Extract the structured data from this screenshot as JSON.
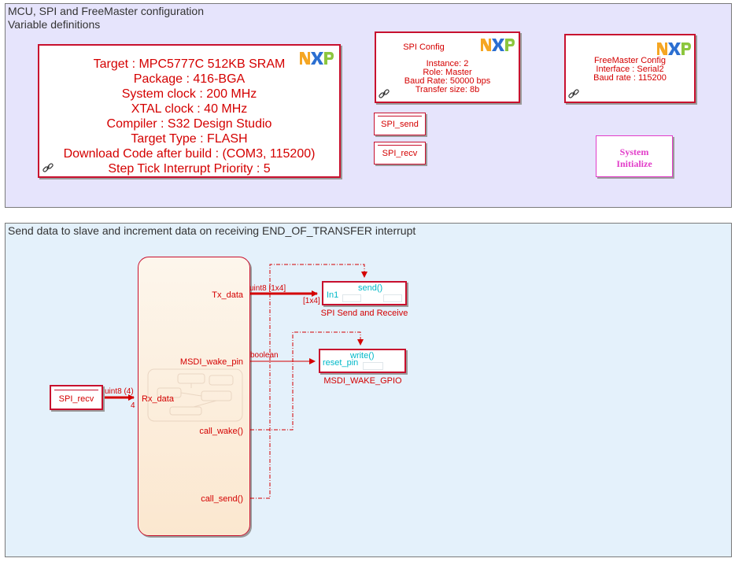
{
  "areas": {
    "config_title_line1": "MCU, SPI and FreeMaster configuration",
    "config_title_line2": "Variable definitions",
    "logic_title": "Send data to slave and increment data on receiving END_OF_TRANSFER interrupt"
  },
  "mcu_block": {
    "lines": [
      "Target : MPC5777C 512KB SRAM",
      "Package : 416-BGA",
      "System clock : 200 MHz",
      "XTAL clock : 40 MHz",
      "Compiler : S32 Design Studio",
      "Target Type : FLASH",
      "Download Code after build : (COM3, 115200)",
      "Step Tick Interrupt Priority : 5"
    ]
  },
  "spi_config": {
    "title": "SPI Config",
    "lines": [
      "Instance: 2",
      "Role: Master",
      "Baud Rate: 50000 bps",
      "Transfer size: 8b"
    ]
  },
  "freemaster_config": {
    "lines": [
      "FreeMaster Config",
      "Interface : Serial2",
      "Baud rate : 115200"
    ]
  },
  "goto_blocks": {
    "spi_send": "SPI_send",
    "spi_recv": "SPI_recv"
  },
  "system_init": {
    "line1": "System",
    "line2": "Initialize"
  },
  "chart": {
    "out_tx": "Tx_data",
    "out_msdi": "MSDI_wake_pin",
    "in_rx": "Rx_data",
    "evt_wake": "call_wake()",
    "evt_send": "call_send()"
  },
  "from_block": {
    "label": "SPI_recv"
  },
  "signals": {
    "tx_type": "uint8 [1x4]",
    "tx_dim": "[1x4]",
    "msdi_type": "boolean",
    "rx_type": "uint8 (4)",
    "rx_dim": "4"
  },
  "spi_send_recv": {
    "port_in": "In1",
    "trigger": "send()",
    "caption": "SPI Send and Receive"
  },
  "msdi_gpio": {
    "port_in": "reset_pin",
    "trigger": "write()",
    "caption": "MSDI_WAKE_GPIO"
  },
  "colors": {
    "config_area_bg": "#e6e4fc",
    "logic_area_bg": "#e4f1fb",
    "block_red": "#c8102e",
    "signal_red": "#d40000",
    "port_cyan": "#00b8c8",
    "init_magenta": "#e23cc9",
    "chart_fill": "#fdf0dd",
    "nxp_orange": "#f5a623",
    "nxp_blue": "#2b6fd1",
    "nxp_green": "#8cc63e"
  }
}
